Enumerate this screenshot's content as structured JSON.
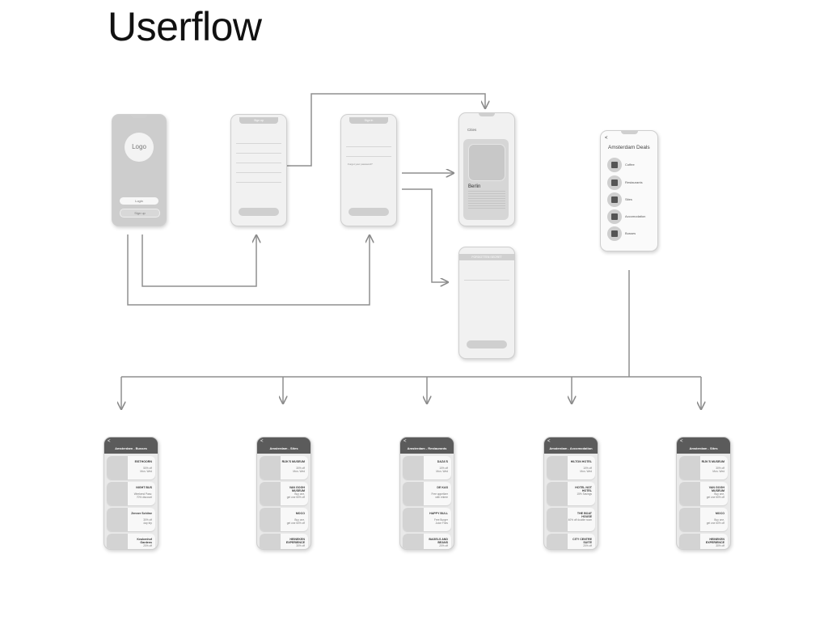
{
  "title": "Userflow",
  "login": {
    "logo": "Logo",
    "login_btn": "Login",
    "signup_btn": "Sign up"
  },
  "signup": {
    "header": "Sign up"
  },
  "signin": {
    "header": "Sign in",
    "forgot_link": "Forgot your password?"
  },
  "cities": {
    "header": "Cities",
    "city": "Berlin"
  },
  "forgot": {
    "header": "FORGOTTEN SECRET"
  },
  "deals": {
    "back": "<",
    "title": "Amsterdam Deals",
    "items": [
      {
        "label": "Coffee",
        "icon": "coffee-icon"
      },
      {
        "label": "Restaurants",
        "icon": "restaurant-icon"
      },
      {
        "label": "Sites",
        "icon": "sites-icon"
      },
      {
        "label": "Accomodation",
        "icon": "bed-icon"
      },
      {
        "label": "Busses",
        "icon": "bus-icon"
      }
    ]
  },
  "lists": [
    {
      "title": "Amsterdam - Busses",
      "items": [
        {
          "name": "EISTHOORN",
          "desc": "50% off\nMon- Wed"
        },
        {
          "name": "NIGHT BUS",
          "desc": "Weekend Pass:\n70% discount"
        },
        {
          "name": "Zenner Schiine",
          "desc": "30% off\nday trip"
        },
        {
          "name": "Keukenhof Gardens",
          "desc": "20% off"
        }
      ]
    },
    {
      "title": "Amsterdam - Sites",
      "items": [
        {
          "name": "RIJK'S MUSEUM",
          "desc": "30% off\nMon- Wed"
        },
        {
          "name": "VAN GOGH MUSEUM",
          "desc": "Buy one,\nget one 50% off"
        },
        {
          "name": "MOCO",
          "desc": "Buy one,\nget one 50% off"
        },
        {
          "name": "HEINEKEN EXPERIENCE",
          "desc": "30% off"
        }
      ]
    },
    {
      "title": "Amsterdam - Restaurants",
      "items": [
        {
          "name": "DAZA'S",
          "desc": "10% off\nMon- Wed"
        },
        {
          "name": "DE KAS",
          "desc": "Free appetizer\nwith entree"
        },
        {
          "name": "HAPPY BULL",
          "desc": "Free Burger\nJuice Fries"
        },
        {
          "name": "BAGELS AND BEANS",
          "desc": "20% off"
        }
      ]
    },
    {
      "title": "Amsterdam - Accomodation",
      "items": [
        {
          "name": "HILTON HOTEL",
          "desc": "10% off\nMon- Wed"
        },
        {
          "name": "HOTEL NOT HOTEL",
          "desc": "15% Savings"
        },
        {
          "name": "THE BOAT HOUSE",
          "desc": "40% off double room"
        },
        {
          "name": "CITY CENTRE SUITE",
          "desc": "20% off"
        }
      ]
    },
    {
      "title": "Amsterdam - Sites",
      "items": [
        {
          "name": "RIJK'S MUSEUM",
          "desc": "30% off\nMon- Wed"
        },
        {
          "name": "VAN GOGH MUSEUM",
          "desc": "Buy one,\nget one 50% off"
        },
        {
          "name": "MOCO",
          "desc": "Buy one,\nget one 50% off"
        },
        {
          "name": "HEINEKEN EXPERIENCE",
          "desc": "30% off"
        }
      ]
    }
  ]
}
